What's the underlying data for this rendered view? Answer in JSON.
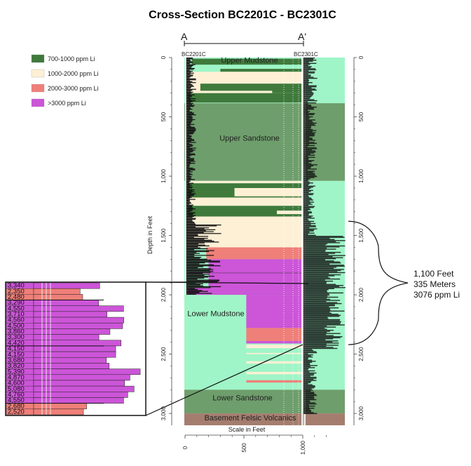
{
  "title": "Cross-Section BC2201C - BC2301C",
  "section_marks": {
    "left": "A",
    "right": "A'"
  },
  "wells": {
    "left": "BC2201C",
    "right": "BC2301C"
  },
  "legend": [
    {
      "label": "700-1000 ppm Li",
      "color": "#3f7a3c"
    },
    {
      "label": "1000-2000 ppm Li",
      "color": "#fdf0d5"
    },
    {
      "label": "2000-3000 ppm Li",
      "color": "#ef7f79"
    },
    {
      "label": ">3000 ppm Li",
      "color": "#cc55d8"
    }
  ],
  "units": [
    {
      "label": "Upper Mudstone",
      "color": "#9ff5c7"
    },
    {
      "label": "Upper Sandstone",
      "color": "#6e9e6c"
    },
    {
      "label": "Lower Mudstone",
      "color": "#9ff5c7"
    },
    {
      "label": "Lower Sandstone",
      "color": "#6e9e6c"
    },
    {
      "label": "Basement Felsic Volcanics",
      "color": "#a47d6e"
    }
  ],
  "depth_axis": {
    "title": "Depth in Feet",
    "ticks": [
      "0",
      "500",
      "1,000",
      "1,500",
      "2,000",
      "2,500",
      "3,000"
    ],
    "range": [
      0,
      3100
    ]
  },
  "scale_axis": {
    "title": "Scale in Feet",
    "ticks": [
      "0",
      "500",
      "1,000"
    ]
  },
  "callout": {
    "lines": [
      "1,100 Feet",
      "335 Meters",
      "3076 ppm Li"
    ],
    "depth_range": [
      1380,
      2420
    ]
  },
  "inset_values": [
    "3,340",
    "2,350",
    "2,480",
    "3,290",
    "4,550",
    "3,710",
    "4,560",
    "4,500",
    "3,860",
    "3,300",
    "4,420",
    "4,150",
    "4,150",
    "3,680",
    "3,820",
    "5,390",
    "4,870",
    "4,600",
    "5,080",
    "4,760",
    "4,550",
    "2,680",
    "2,520"
  ],
  "colors": {
    "mudstone": "#9ff5c7",
    "sandstone": "#6e9e6c",
    "basement": "#a47d6e",
    "dark_green": "#3f7a3c",
    "cream": "#fdf0d5",
    "salmon": "#ef7f79",
    "magenta": "#cc55d8"
  }
}
